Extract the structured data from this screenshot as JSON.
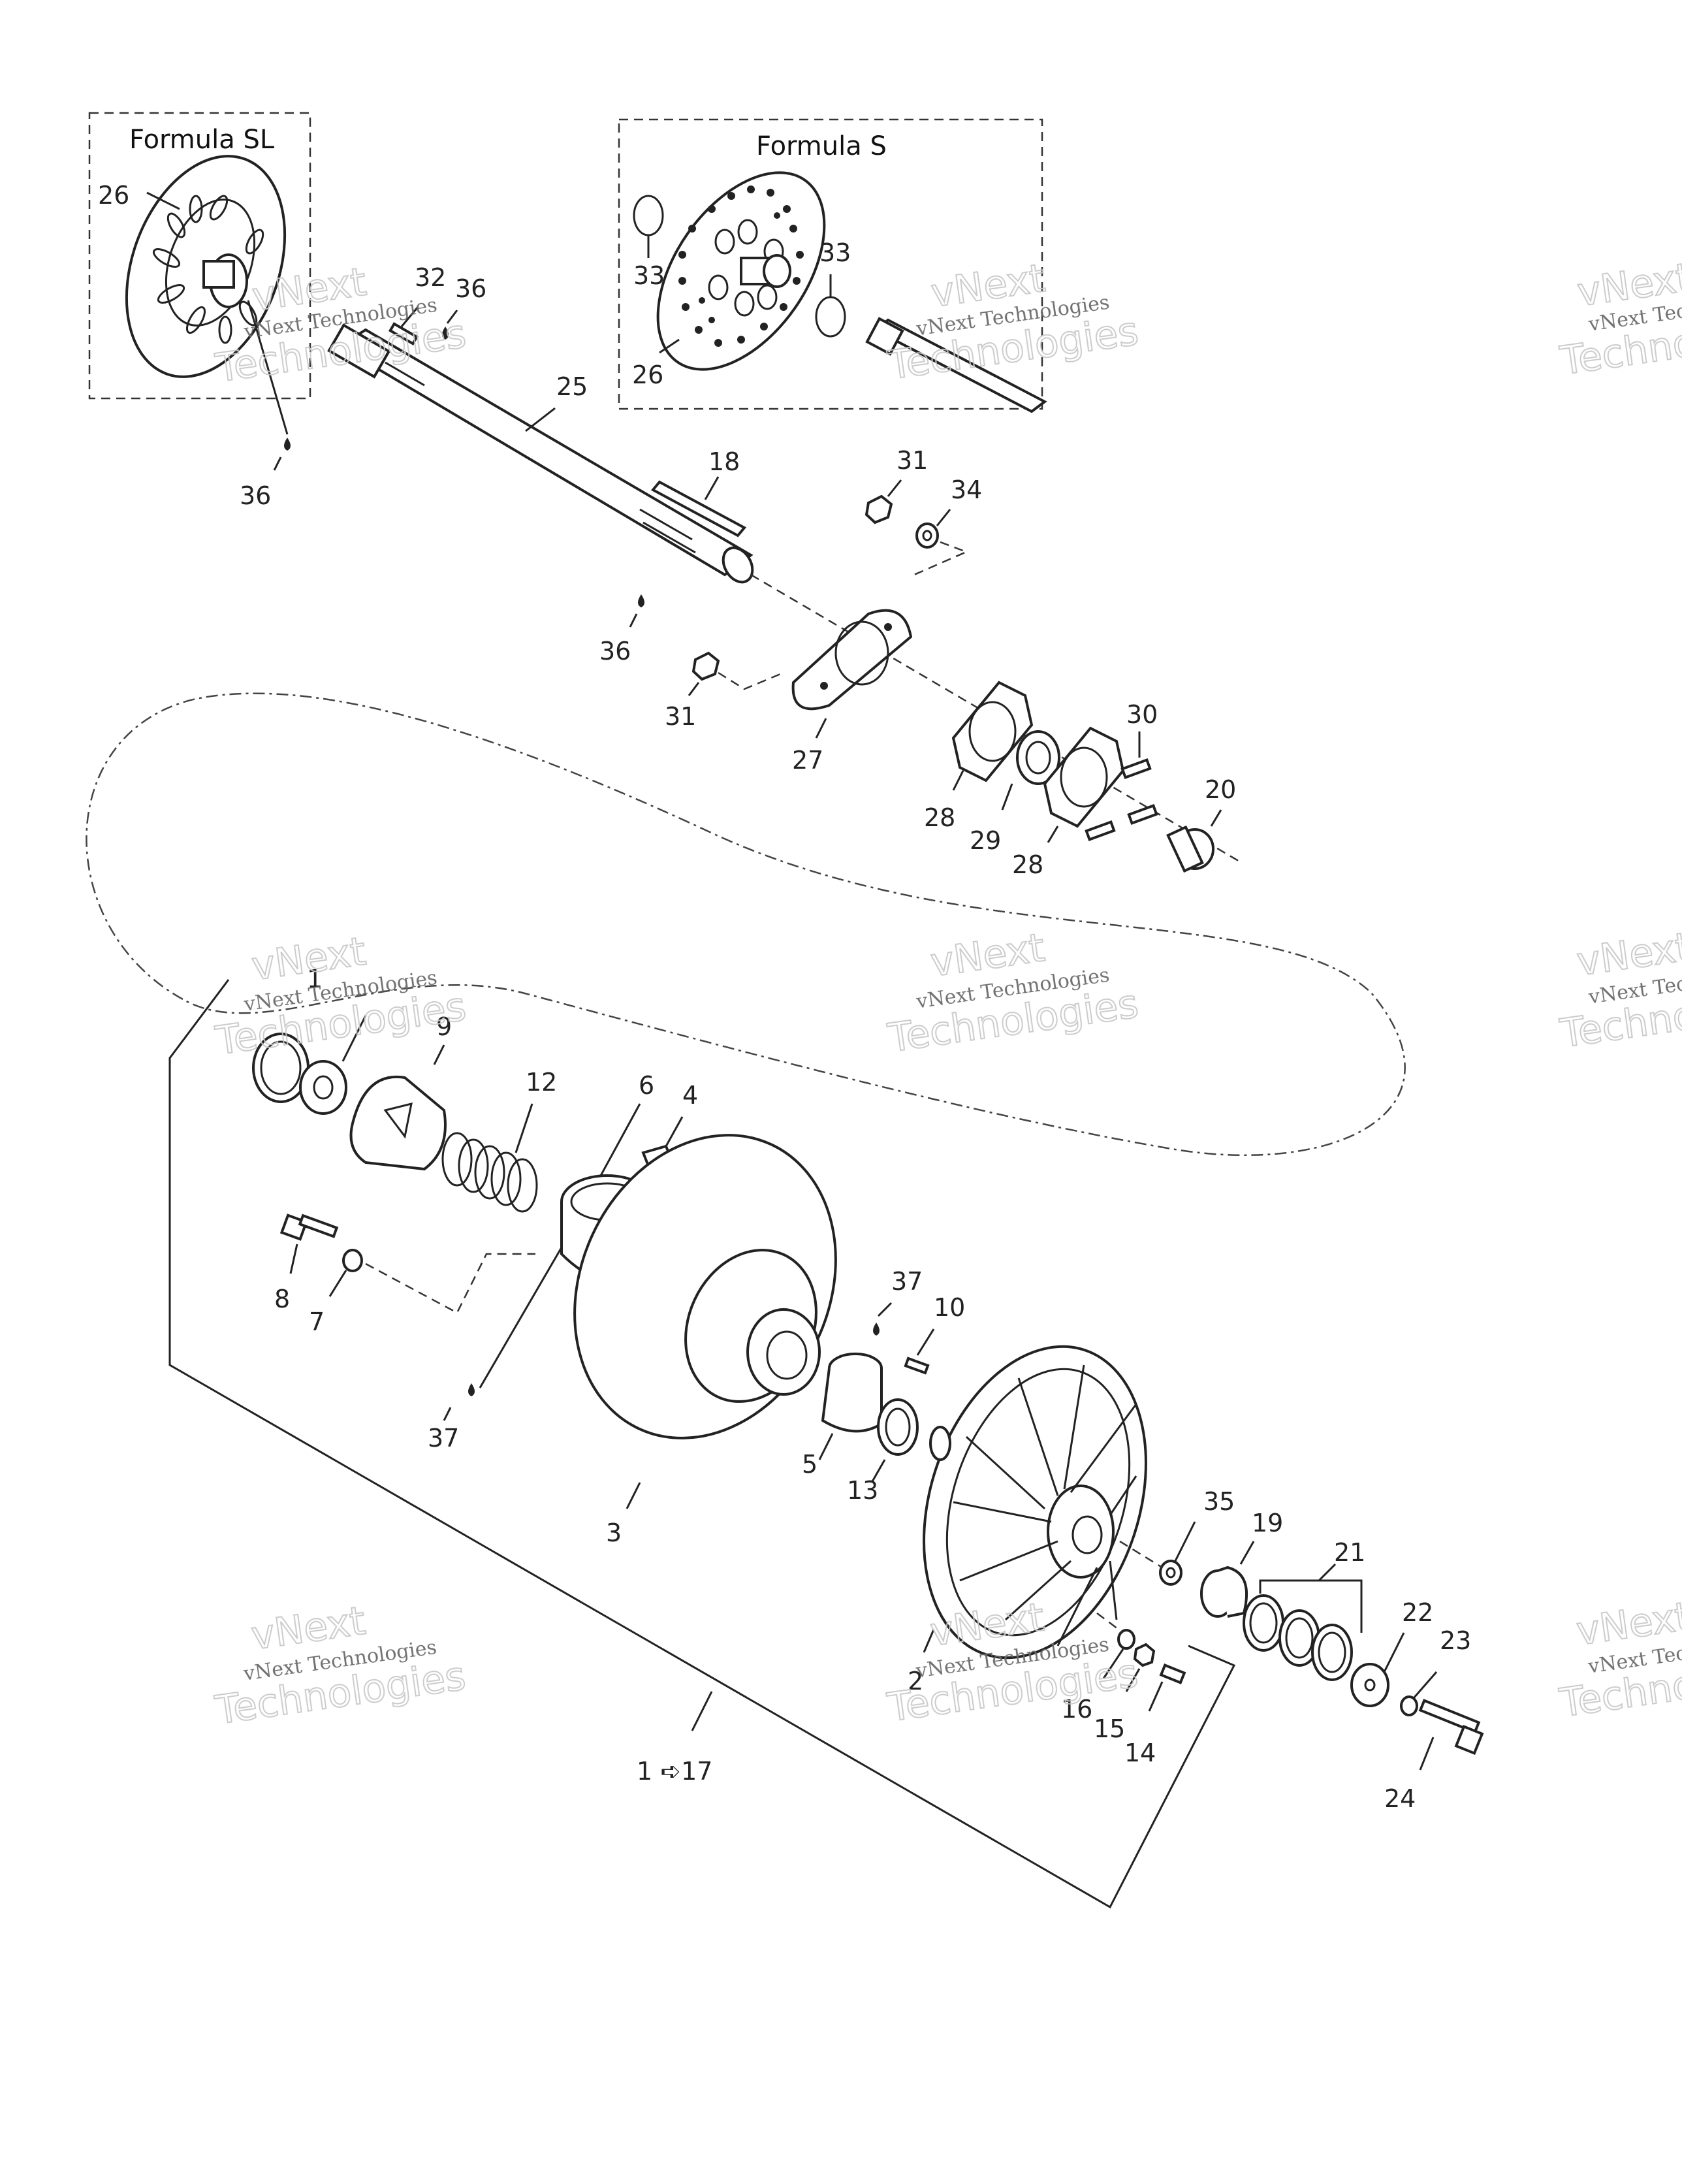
{
  "diagram_labels": {
    "formula_sl": "Formula SL",
    "formula_s": "Formula S",
    "range_label": "1 ➪17"
  },
  "watermark": {
    "line1": "vNext Technologies",
    "line2": "vNext",
    "line3": "Technologies"
  },
  "callouts": {
    "c1": "1",
    "c2": "2",
    "c3": "3",
    "c4": "4",
    "c5": "5",
    "c6": "6",
    "c7": "7",
    "c8": "8",
    "c9": "9",
    "c10": "10",
    "c12": "12",
    "c13": "13",
    "c14": "14",
    "c15": "15",
    "c16": "16",
    "c18": "18",
    "c19": "19",
    "c20": "20",
    "c21": "21",
    "c22": "22",
    "c23": "23",
    "c24": "24",
    "c25": "25",
    "c26a": "26",
    "c26b": "26",
    "c27": "27",
    "c28a": "28",
    "c28b": "28",
    "c29": "29",
    "c30": "30",
    "c31a": "31",
    "c31b": "31",
    "c32": "32",
    "c33a": "33",
    "c33b": "33",
    "c34": "34",
    "c35": "35",
    "c36a": "36",
    "c36b": "36",
    "c36c": "36",
    "c37a": "37",
    "c37b": "37"
  },
  "colors": {
    "line": "#222222",
    "background": "#ffffff",
    "watermark": "#c9c9c9"
  }
}
